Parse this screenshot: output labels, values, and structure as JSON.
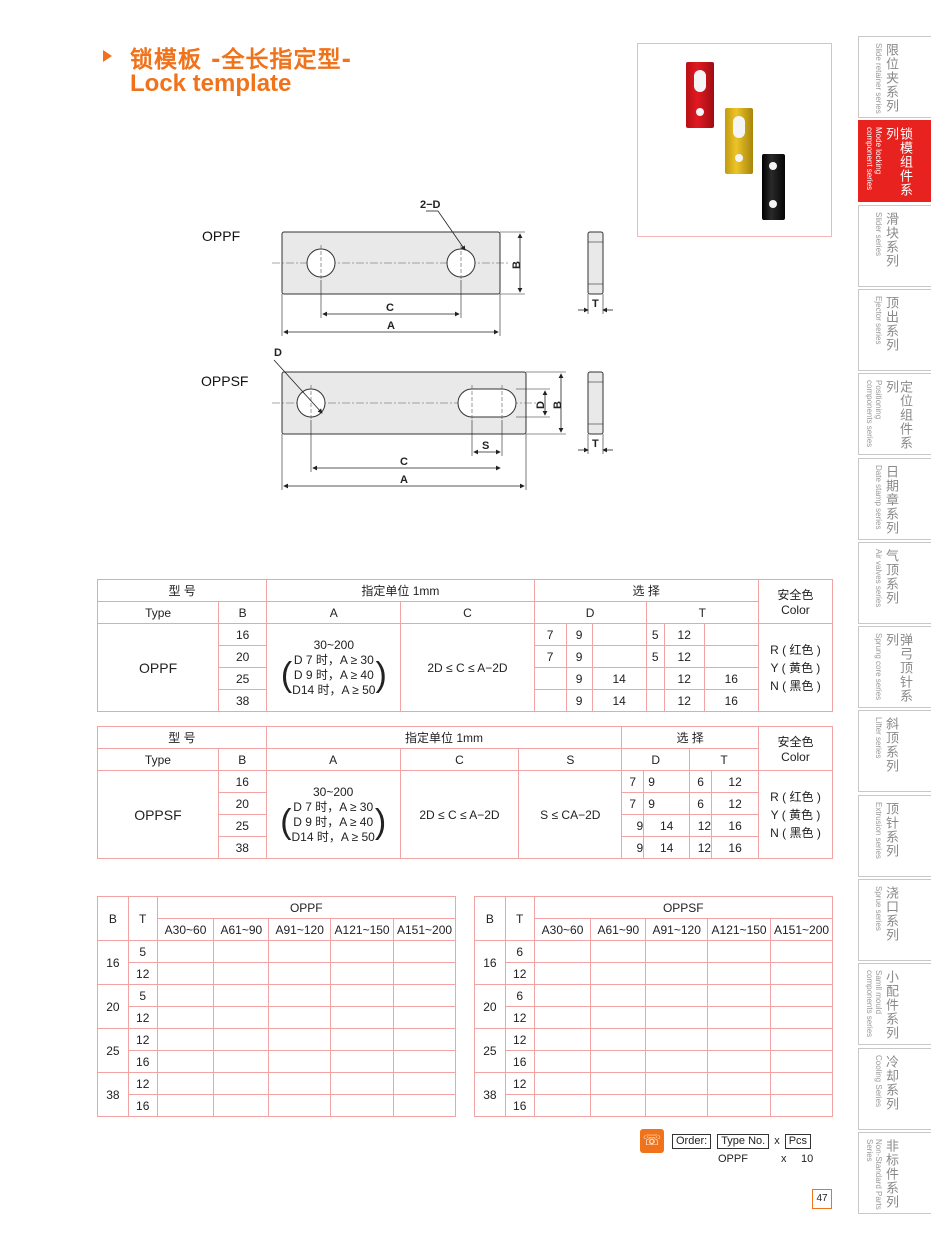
{
  "title": {
    "zh": "锁模板 -全长指定型-",
    "en": "Lock template"
  },
  "colors": {
    "accent": "#f0731c",
    "table_border": "#f2a3a3",
    "active_tab": "#e8231f",
    "part_red": "#d8141c",
    "part_yellow": "#e2b81a",
    "part_black": "#1a1a1a"
  },
  "drawing": {
    "oppf_label": "OPPF",
    "oppsf_label": "OPPSF",
    "dims": {
      "two_d": "2−D",
      "a": "A",
      "b": "B",
      "c": "C",
      "t": "T",
      "d": "D",
      "s": "S"
    }
  },
  "side_tabs": [
    {
      "zh": "限位夹系列",
      "en": "Slide retainer series",
      "active": false
    },
    {
      "zh": "锁模组件系列",
      "en": "Mode locking component series",
      "active": true
    },
    {
      "zh": "滑块系列",
      "en": "Slider series",
      "active": false
    },
    {
      "zh": "顶出系列",
      "en": "Ejector series",
      "active": false
    },
    {
      "zh": "定位组件系列",
      "en": "Positioning components series",
      "active": false
    },
    {
      "zh": "日期章系列",
      "en": "Date stamp series",
      "active": false
    },
    {
      "zh": "气顶系列",
      "en": "Air valves series",
      "active": false
    },
    {
      "zh": "弹弓顶针系列",
      "en": "Sprung core series",
      "active": false
    },
    {
      "zh": "斜顶系列",
      "en": "Lifter series",
      "active": false
    },
    {
      "zh": "顶针系列",
      "en": "Extrusion series",
      "active": false
    },
    {
      "zh": "浇口系列",
      "en": "Sprue series",
      "active": false
    },
    {
      "zh": "小配件系列",
      "en": "Samll mould components series",
      "active": false
    },
    {
      "zh": "冷却系列",
      "en": "Cooling Series",
      "active": false
    },
    {
      "zh": "非标件系列",
      "en": "Non-Standard Parts Series",
      "active": false
    }
  ],
  "spec1": {
    "h_type_zh": "型 号",
    "h_type_en": "Type",
    "h_b": "B",
    "h_unit": "指定单位 1mm",
    "h_a": "A",
    "h_c": "C",
    "h_select": "选 择",
    "h_d": "D",
    "h_t": "T",
    "h_color_zh": "安全色",
    "h_color_en": "Color",
    "type": "OPPF",
    "a_range": "30~200",
    "a_lines": [
      "D 7 时，A ≥ 30",
      "D 9 时，A ≥ 40",
      "D14 时，A ≥ 50"
    ],
    "c_rule": "2D ≤ C ≤ A−2D",
    "rows": [
      {
        "b": "16",
        "d1": "7",
        "d2": "9",
        "d3": "",
        "t1": "5",
        "t2": "12",
        "t3": ""
      },
      {
        "b": "20",
        "d1": "7",
        "d2": "9",
        "d3": "",
        "t1": "5",
        "t2": "12",
        "t3": ""
      },
      {
        "b": "25",
        "d1": "",
        "d2": "9",
        "d3": "14",
        "t1": "",
        "t2": "12",
        "t3": "16"
      },
      {
        "b": "38",
        "d1": "",
        "d2": "9",
        "d3": "14",
        "t1": "",
        "t2": "12",
        "t3": "16"
      }
    ],
    "colors": [
      "R ( 红色 )",
      "Y ( 黄色 )",
      "N ( 黑色 )"
    ]
  },
  "spec2": {
    "h_type_zh": "型 号",
    "h_type_en": "Type",
    "h_b": "B",
    "h_unit": "指定单位 1mm",
    "h_a": "A",
    "h_c": "C",
    "h_s": "S",
    "h_select": "选 择",
    "h_d": "D",
    "h_t": "T",
    "h_color_zh": "安全色",
    "h_color_en": "Color",
    "type": "OPPSF",
    "a_range": "30~200",
    "a_lines": [
      "D 7 时，A ≥ 30",
      "D 9 时，A ≥ 40",
      "D14 时，A ≥ 50"
    ],
    "c_rule": "2D ≤ C ≤ A−2D",
    "s_rule": "S ≤ CA−2D",
    "rows": [
      {
        "b": "16",
        "d1": "7",
        "d2": "9",
        "d3": "",
        "t1": "6",
        "t2": "12",
        "t3": ""
      },
      {
        "b": "20",
        "d1": "7",
        "d2": "9",
        "d3": "",
        "t1": "6",
        "t2": "12",
        "t3": ""
      },
      {
        "b": "25",
        "d1": "",
        "d2": "9",
        "d3": "14",
        "t1": "",
        "t2": "12",
        "t3": "16"
      },
      {
        "b": "38",
        "d1": "",
        "d2": "9",
        "d3": "14",
        "t1": "",
        "t2": "12",
        "t3": "16"
      }
    ],
    "colors": [
      "R ( 红色 )",
      "Y ( 黄色 )",
      "N ( 黑色 )"
    ]
  },
  "price_oppf": {
    "h_b": "B",
    "h_t": "T",
    "title": "OPPF",
    "cols": [
      "A30~60",
      "A61~90",
      "A91~120",
      "A121~150",
      "A151~200"
    ],
    "groups": [
      {
        "b": "16",
        "t": [
          "5",
          "12"
        ]
      },
      {
        "b": "20",
        "t": [
          "5",
          "12"
        ]
      },
      {
        "b": "25",
        "t": [
          "12",
          "16"
        ]
      },
      {
        "b": "38",
        "t": [
          "12",
          "16"
        ]
      }
    ]
  },
  "price_oppsf": {
    "h_b": "B",
    "h_t": "T",
    "title": "OPPSF",
    "cols": [
      "A30~60",
      "A61~90",
      "A91~120",
      "A121~150",
      "A151~200"
    ],
    "groups": [
      {
        "b": "16",
        "t": [
          "6",
          "12"
        ]
      },
      {
        "b": "20",
        "t": [
          "6",
          "12"
        ]
      },
      {
        "b": "25",
        "t": [
          "12",
          "16"
        ]
      },
      {
        "b": "38",
        "t": [
          "12",
          "16"
        ]
      }
    ]
  },
  "order": {
    "label": "Order:",
    "type_label": "Type No.",
    "x": "x",
    "pcs_label": "Pcs",
    "example_type": "OPPF",
    "example_qty": "10"
  },
  "page_number": "47"
}
